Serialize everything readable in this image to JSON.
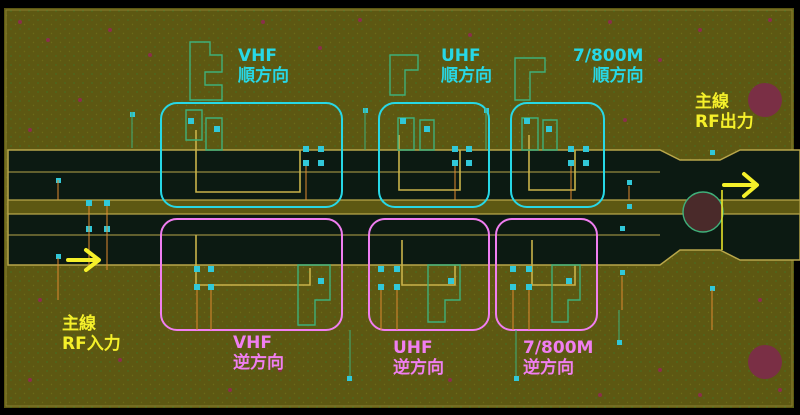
{
  "labels": {
    "vhf_fwd": {
      "band": "VHF",
      "dir": "順方向"
    },
    "uhf_fwd": {
      "band": "UHF",
      "dir": "順方向"
    },
    "m800_fwd": {
      "band": "7/800M",
      "dir": "順方向"
    },
    "vhf_rev": {
      "band": "VHF",
      "dir": "逆方向"
    },
    "uhf_rev": {
      "band": "UHF",
      "dir": "逆方向"
    },
    "m800_rev": {
      "band": "7/800M",
      "dir": "逆方向"
    },
    "main_out": {
      "line1": "主線",
      "line2": "RF出力"
    },
    "main_in": {
      "line1": "主線",
      "line2": "RF入力"
    }
  },
  "colors": {
    "board": "#5f5a12",
    "trace": "#0b1a12",
    "copper_edge": "#b8a64a",
    "forward_box": "#27d8e6",
    "reverse_box": "#f07ef0",
    "arrow": "#f5f02a",
    "component": "#31c8d8",
    "part_outline": "#3fb07a",
    "via": "#7a2f45"
  }
}
